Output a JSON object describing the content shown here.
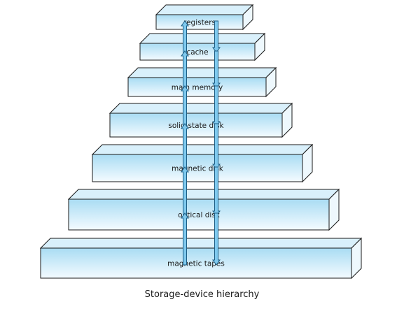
{
  "diagram": {
    "levels": [
      {
        "label": "registers"
      },
      {
        "label": "cache"
      },
      {
        "label": "main memory"
      },
      {
        "label": "solid-state disk"
      },
      {
        "label": "magnetic disk"
      },
      {
        "label": "optical disk"
      },
      {
        "label": "magnetic tapes"
      }
    ],
    "caption": "Storage-device hierarchy"
  },
  "colors": {
    "box_front_top": "#a9dcf3",
    "box_front_bottom": "#f4fbff",
    "box_top_face": "#d9f0fb",
    "box_side_face": "#eef8fd",
    "outline": "#1a1a1a",
    "arrow_fill": "#7fc9ee",
    "arrow_stroke": "#1c5d84"
  }
}
